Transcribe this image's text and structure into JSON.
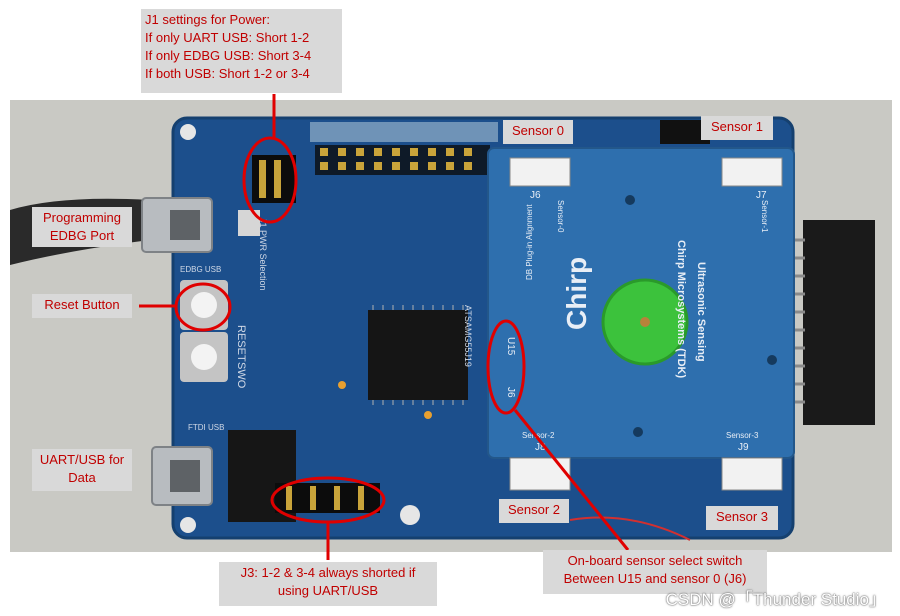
{
  "callouts": {
    "j1": {
      "title": "J1 settings for Power:",
      "line1": "If only UART USB: Short 1-2",
      "line2": "If only EDBG USB: Short 3-4",
      "line3": "If both USB: Short 1-2 or 3-4"
    },
    "programming": {
      "line1": "Programming",
      "line2": "EDBG Port"
    },
    "reset": {
      "text": "Reset Button"
    },
    "uart": {
      "line1": "UART/USB for",
      "line2": "Data"
    },
    "sensor0": {
      "text": "Sensor 0"
    },
    "sensor1": {
      "text": "Sensor 1"
    },
    "sensor2": {
      "text": "Sensor 2"
    },
    "sensor3": {
      "text": "Sensor 3"
    },
    "switch": {
      "line1": "On-board sensor select switch",
      "line2": "Between U15 and sensor 0 (J6)"
    },
    "j3": {
      "line1": "J3: 1-2 & 3-4 always shorted if",
      "line2": "using UART/USB"
    }
  },
  "board_text": {
    "reset": "RESET",
    "swo": "SWO",
    "pwr": "J1 PWR Selection",
    "edbg_usb": "EDBG USB",
    "ftdi_usb": "FTDI USB",
    "chip": "ATSAMG55J19",
    "u15": "U15",
    "j6": "J6",
    "chirp": "Chirp",
    "subtitle1": "Chirp Microsystems (TDK)",
    "subtitle2": "Ultrasonic Sensing",
    "db_align": "DB Plug-in Alignment",
    "silk_j6": "J6",
    "silk_j7": "J7",
    "silk_j8": "J8",
    "silk_j9": "J9",
    "silk_s0": "Sensor-0",
    "silk_s1": "Sensor-1",
    "silk_s2": "Sensor-2",
    "silk_s3": "Sensor-3"
  },
  "watermark": "CSDN @「Thunder Studio」",
  "colors": {
    "callout_bg": "#d9d9d9",
    "callout_text": "#c00000",
    "highlight": "#e00000",
    "board": "#1c4f8c",
    "daughter_board": "#2e6fae",
    "transducer": "#3cc23c"
  }
}
